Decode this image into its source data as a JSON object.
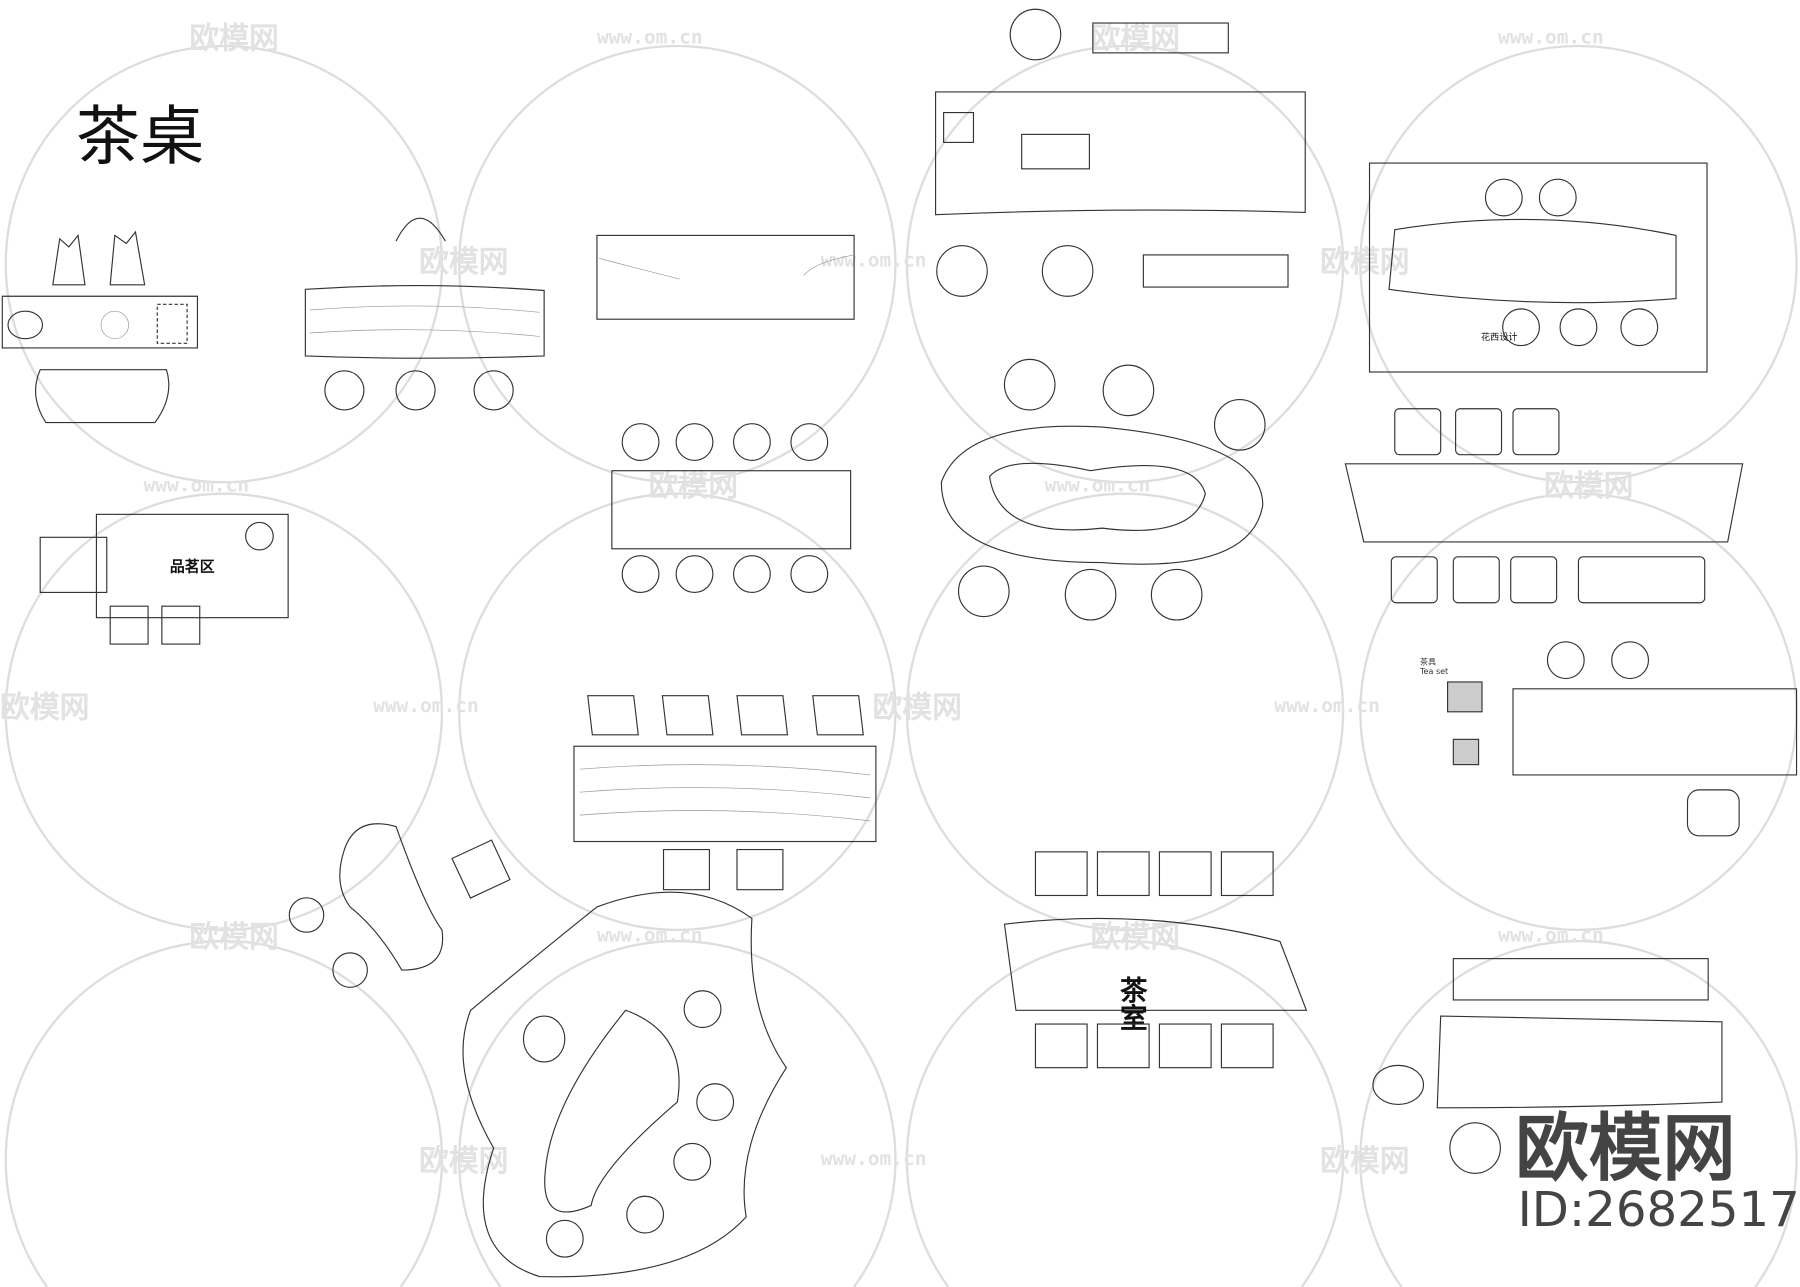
{
  "title": "茶桌",
  "labels": {
    "tasting_area": "品茗区",
    "tea_room": "茶室",
    "tea_set_cn": "茶具",
    "tea_set_en": "Tea set",
    "designer_logo": "花西设计"
  },
  "watermark": {
    "brand": "欧模网",
    "url": "www.om.cn",
    "id": "ID:2682517"
  }
}
